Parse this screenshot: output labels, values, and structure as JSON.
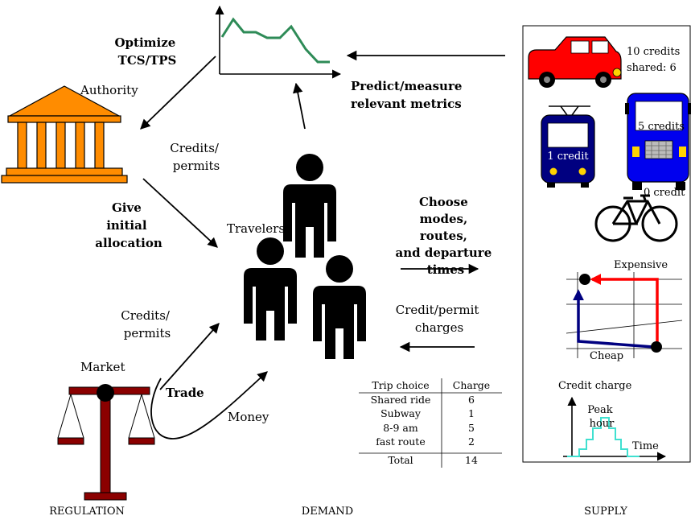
{
  "sections": {
    "regulation": "REGULATION",
    "demand": "DEMAND",
    "supply": "SUPPLY"
  },
  "labels": {
    "optimize": [
      "Optimize",
      "TCS/TPS"
    ],
    "predict": [
      "Predict/measure",
      "relevant metrics"
    ],
    "authority": "Authority",
    "credits_permits_top": [
      "Credits/",
      "permits"
    ],
    "give_allocation": [
      "Give",
      "initial",
      "allocation"
    ],
    "travelers": "Travelers",
    "choose": [
      "Choose",
      "modes,",
      "routes,",
      "and departure",
      "times"
    ],
    "credit_charges": [
      "Credit/permit",
      "charges"
    ],
    "credits_permits_bottom": [
      "Credits/",
      "permits"
    ],
    "market": "Market",
    "trade": "Trade",
    "money": "Money"
  },
  "supply": {
    "car_credits": "10 credits",
    "car_shared": "shared: 6",
    "bus_credits": "5 credits",
    "subway_credits": "1 credit",
    "bike_credits": "0 credit",
    "expensive": "Expensive",
    "cheap": "Cheap",
    "credit_charge_axis": "Credit charge",
    "peak_hour": [
      "Peak",
      "hour"
    ],
    "time_axis": "Time"
  },
  "charges_table": {
    "headers": [
      "Trip choice",
      "Charge"
    ],
    "rows": [
      [
        "Shared ride",
        "6"
      ],
      [
        "Subway",
        "1"
      ],
      [
        "8-9 am",
        "5"
      ],
      [
        "fast route",
        "2"
      ]
    ],
    "total": [
      "Total",
      "14"
    ]
  },
  "colors": {
    "metric_line": "#2e8b57",
    "authority": "#ff8c00",
    "car": "#ff0000",
    "bus": "#0000ee",
    "subway": "#000080",
    "route_expensive": "#ff0000",
    "route_cheap": "#000080",
    "peak_curve": "#40e0d0",
    "scale": "#8b0000"
  }
}
